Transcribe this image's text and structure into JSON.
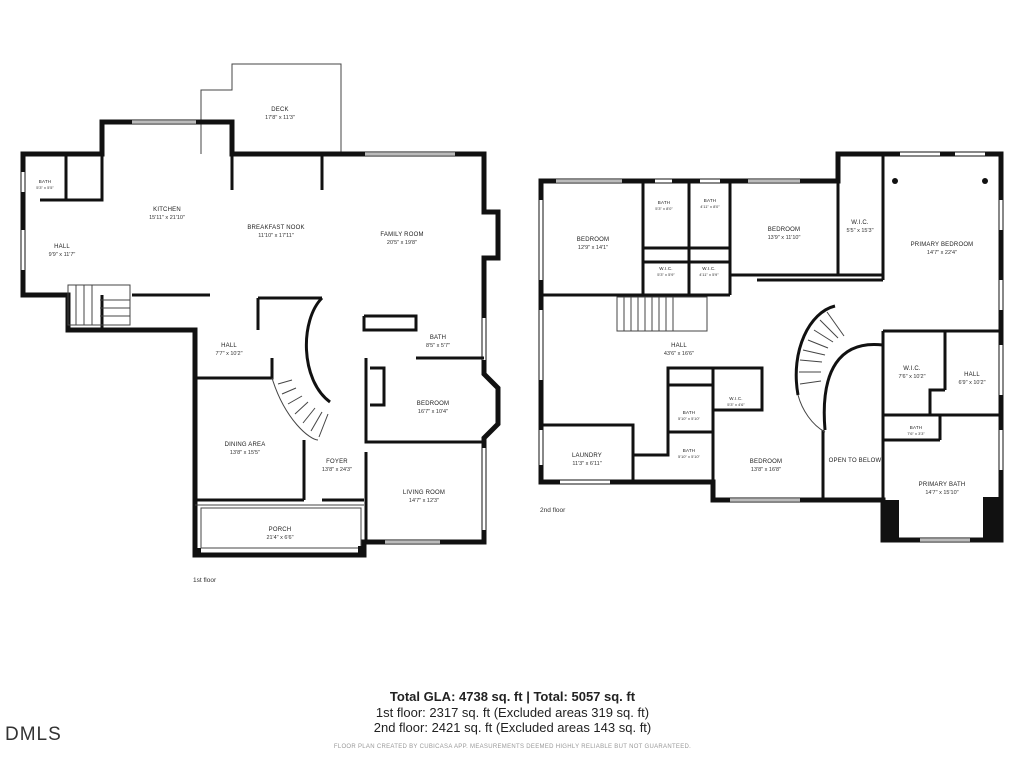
{
  "floor1": {
    "label": "1st floor",
    "rooms": {
      "deck": {
        "name": "DECK",
        "dims": "17'8\" x 11'3\""
      },
      "kitchen": {
        "name": "KITCHEN",
        "dims": "15'11\" x 21'10\""
      },
      "breakfast_nook": {
        "name": "BREAKFAST NOOK",
        "dims": "11'10\" x 17'11\""
      },
      "family_room": {
        "name": "FAMILY ROOM",
        "dims": "20'5\" x 19'8\""
      },
      "bath_small": {
        "name": "BATH",
        "dims": "5'3\" x 5'5\""
      },
      "hall_left": {
        "name": "HALL",
        "dims": "9'9\" x 11'7\""
      },
      "hall_center": {
        "name": "HALL",
        "dims": "7'7\" x 10'2\""
      },
      "bath": {
        "name": "BATH",
        "dims": "8'5\" x 5'7\""
      },
      "bedroom": {
        "name": "BEDROOM",
        "dims": "16'7\" x 10'4\""
      },
      "dining_area": {
        "name": "DINING AREA",
        "dims": "13'8\" x 15'5\""
      },
      "foyer": {
        "name": "FOYER",
        "dims": "13'8\" x 24'3\""
      },
      "living_room": {
        "name": "LIVING ROOM",
        "dims": "14'7\" x 12'3\""
      },
      "porch": {
        "name": "PORCH",
        "dims": "21'4\" x 6'6\""
      }
    }
  },
  "floor2": {
    "label": "2nd floor",
    "rooms": {
      "bedroom_a": {
        "name": "BEDROOM",
        "dims": "12'9\" x 14'1\""
      },
      "bath_a": {
        "name": "BATH",
        "dims": "5'3\" x 8'0\""
      },
      "bath_b": {
        "name": "BATH",
        "dims": "4'11\" x 8'0\""
      },
      "wic_a": {
        "name": "W.I.C.",
        "dims": "5'3\" x 5'9\""
      },
      "wic_b": {
        "name": "W.I.C.",
        "dims": "4'11\" x 5'9\""
      },
      "bedroom_b": {
        "name": "BEDROOM",
        "dims": "13'9\" x 11'10\""
      },
      "wic_c": {
        "name": "W.I.C.",
        "dims": "5'5\" x 15'3\""
      },
      "primary_bedroom": {
        "name": "PRIMARY BEDROOM",
        "dims": "14'7\" x 22'4\""
      },
      "hall": {
        "name": "HALL",
        "dims": "43'6\" x 16'6\""
      },
      "wic_d": {
        "name": "W.I.C.",
        "dims": "7'6\" x 10'2\""
      },
      "hall_right": {
        "name": "HALL",
        "dims": "6'9\" x 10'2\""
      },
      "bath_c": {
        "name": "BATH",
        "dims": "5'10\" x 5'10\""
      },
      "wic_e": {
        "name": "W.I.C.",
        "dims": "5'3\" x 4'6\""
      },
      "bath_d": {
        "name": "BATH",
        "dims": "7'6\" x 3'3\""
      },
      "laundry": {
        "name": "LAUNDRY",
        "dims": "11'3\" x 6'11\""
      },
      "bath_e": {
        "name": "BATH",
        "dims": "5'10\" x 5'10\""
      },
      "bedroom_c": {
        "name": "BEDROOM",
        "dims": "13'8\" x 16'8\""
      },
      "open_to_below": {
        "name": "OPEN TO BELOW",
        "dims": ""
      },
      "primary_bath": {
        "name": "PRIMARY BATH",
        "dims": "14'7\" x 15'10\""
      }
    }
  },
  "summary": {
    "total": "Total GLA: 4738 sq. ft | Total: 5057 sq. ft",
    "floor1": "1st floor: 2317 sq. ft (Excluded areas 319 sq. ft)",
    "floor2": "2nd floor: 2421 sq. ft (Excluded areas 143 sq. ft)",
    "credit": "FLOOR PLAN CREATED BY CUBICASA APP. MEASUREMENTS DEEMED HIGHLY RELIABLE BUT NOT GUARANTEED."
  },
  "logo_text": "DMLS"
}
